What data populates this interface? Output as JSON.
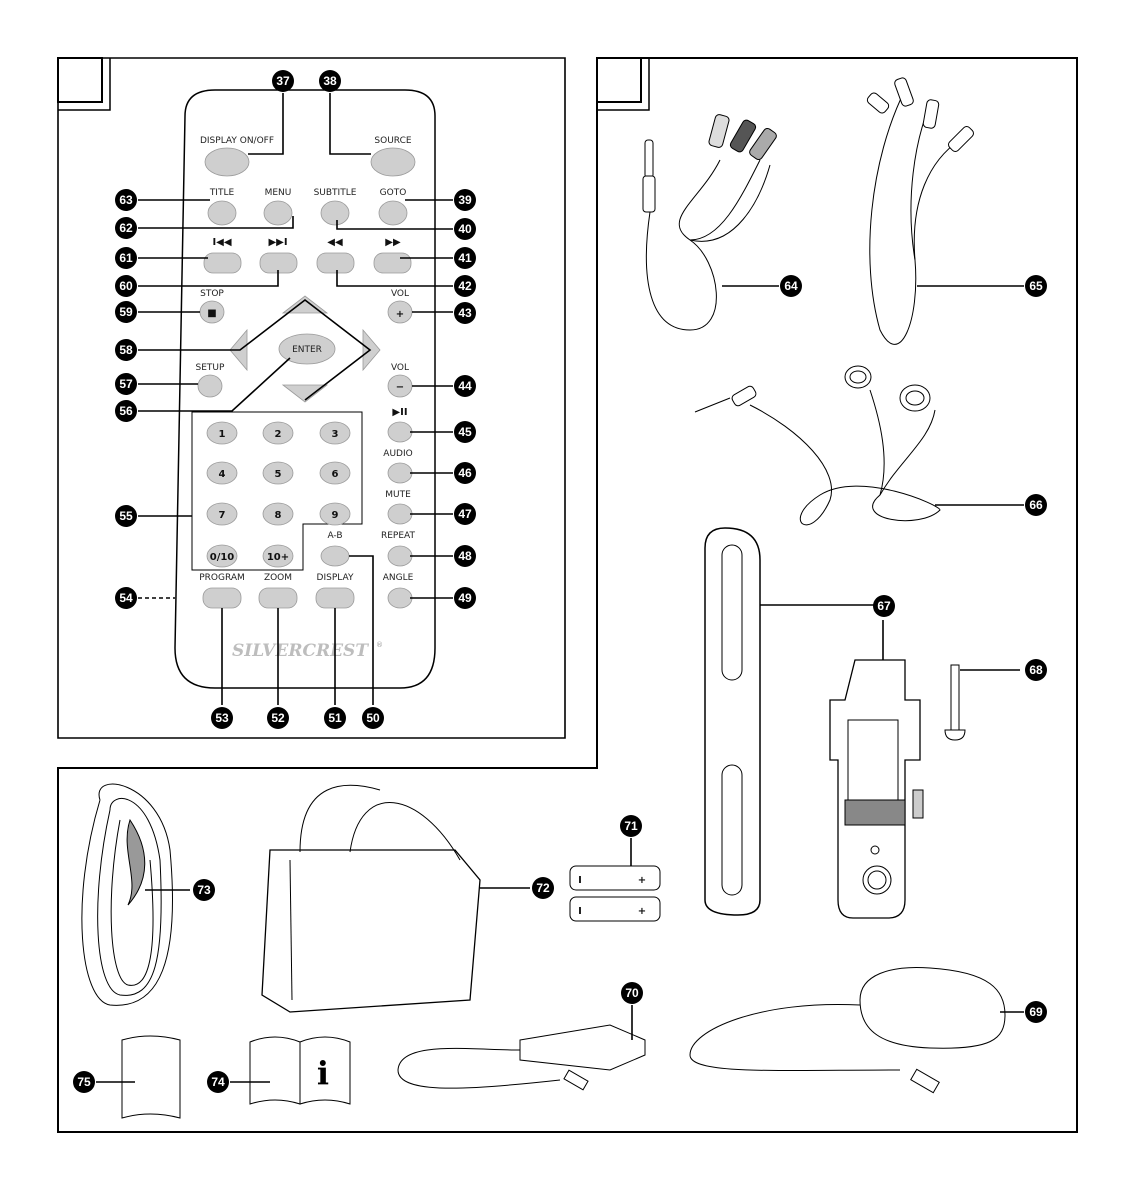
{
  "remote": {
    "labels": {
      "display_on_off": "DISPLAY ON/OFF",
      "source": "SOURCE",
      "title": "TITLE",
      "menu": "MENU",
      "subtitle": "SUBTITLE",
      "goto": "GOTO",
      "stop": "STOP",
      "vol_up": "VOL",
      "setup": "SETUP",
      "enter": "ENTER",
      "vol_down": "VOL",
      "audio": "AUDIO",
      "mute": "MUTE",
      "a_b": "A-B",
      "repeat": "REPEAT",
      "program": "PROGRAM",
      "zoom": "ZOOM",
      "display": "DISPLAY",
      "angle": "ANGLE"
    },
    "keys": [
      "1",
      "2",
      "3",
      "4",
      "5",
      "6",
      "7",
      "8",
      "9",
      "0/10",
      "10+"
    ],
    "glyphs": {
      "prev": "I◀◀",
      "next": "▶▶I",
      "rew": "◀◀",
      "ffw": "▶▶",
      "stop": "■",
      "plus": "+",
      "minus": "−",
      "play_pause": "▶II"
    },
    "logo": "SILVERCREST",
    "logo_mark": "®"
  },
  "callouts": [
    "37",
    "38",
    "39",
    "40",
    "41",
    "42",
    "43",
    "44",
    "45",
    "46",
    "47",
    "48",
    "49",
    "50",
    "51",
    "52",
    "53",
    "54",
    "55",
    "56",
    "57",
    "58",
    "59",
    "60",
    "61",
    "62",
    "63",
    "64",
    "65",
    "66",
    "67",
    "68",
    "69",
    "70",
    "71",
    "72",
    "73",
    "74",
    "75"
  ],
  "battery": {
    "minus": "I",
    "plus": "+"
  },
  "manual_icon": "i"
}
